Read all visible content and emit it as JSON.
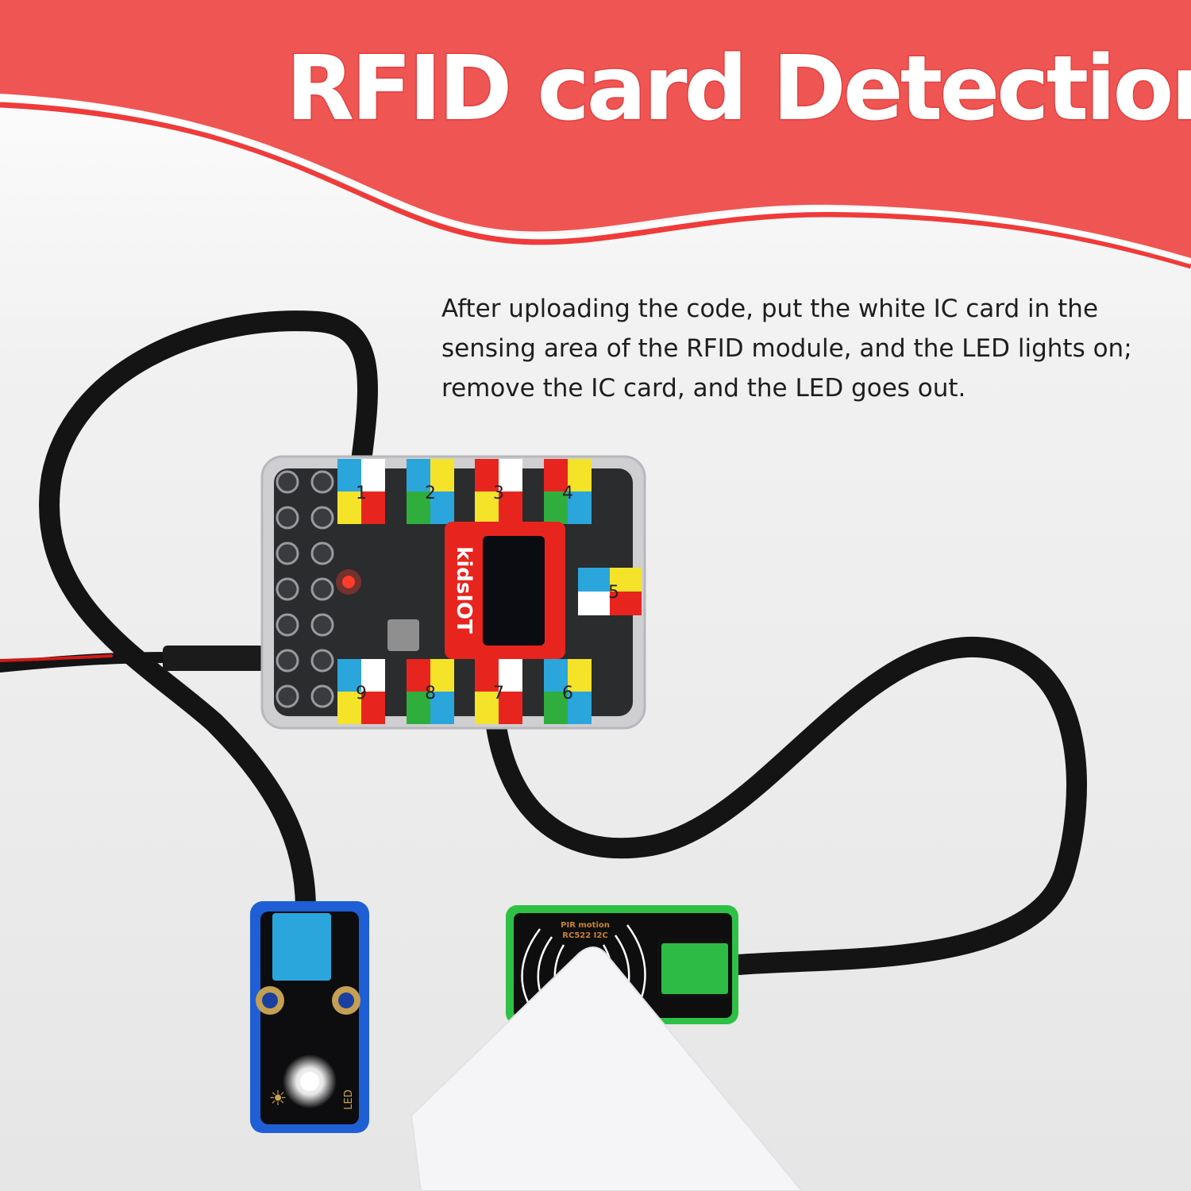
{
  "header": {
    "title": "RFID card Detection",
    "color": "#ef5552"
  },
  "description": {
    "lines": [
      "After uploading the code, put the white IC card in the",
      "sensing area of the RFID module, and the LED lights on;",
      "remove the IC card, and the LED goes out."
    ]
  },
  "board": {
    "brand": "kidsIOT",
    "ports": [
      "1",
      "2",
      "3",
      "4",
      "5",
      "6",
      "7",
      "8",
      "9"
    ]
  },
  "led_module": {
    "label": "LED",
    "state": "on",
    "color": "#1f5fd6"
  },
  "rfid_module": {
    "label_line1": "PIR motion",
    "label_line2": "RC522 I2C",
    "color": "#2fc046"
  },
  "ic_card": {
    "color": "#f5f5f7"
  }
}
